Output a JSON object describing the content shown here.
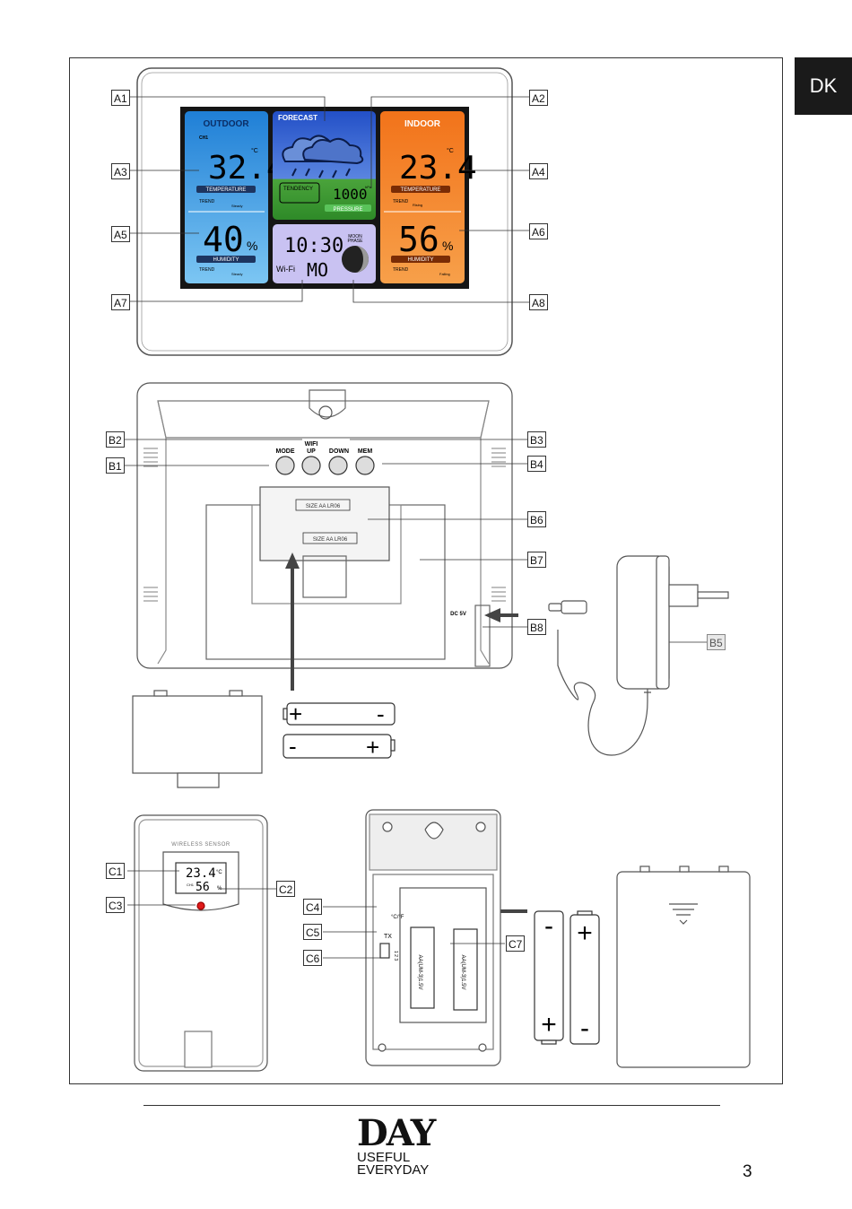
{
  "language_tab": "DK",
  "page_number": "3",
  "brand": {
    "name": "DAY",
    "tagline_1": "USEFUL",
    "tagline_2": "EVERYDAY"
  },
  "display": {
    "outdoor": {
      "title": "OUTDOOR",
      "channel": "CH1",
      "temp": "32.4",
      "temp_unit": "°C",
      "temp_label": "TEMPERATURE",
      "humidity": "40",
      "humidity_unit": "%",
      "humidity_label": "HUMIDITY",
      "trend": "TREND",
      "trend_state_1": "Steady",
      "trend_state_2": "Steady"
    },
    "forecast": {
      "title": "FORECAST",
      "tendency": "TENDENCY",
      "pressure": "1000",
      "pressure_unit": "hPa",
      "pressure_label": "PRESSURE"
    },
    "indoor": {
      "title": "INDOOR",
      "temp": "23.4",
      "temp_unit": "°C",
      "temp_label": "TEMPERATURE",
      "humidity": "56",
      "humidity_unit": "%",
      "humidity_label": "HUMIDITY",
      "trend": "TREND",
      "trend_state_1": "Rising",
      "trend_state_2": "Falling"
    },
    "clock": {
      "time": "10:30",
      "moon_label_1": "MOON",
      "moon_label_2": "PHASE",
      "wifi": "Wi-Fi",
      "day": "MO"
    }
  },
  "back": {
    "buttons": {
      "mode": "MODE",
      "wifi": "WIFI",
      "up": "UP",
      "down": "DOWN",
      "mem": "MEM"
    },
    "battery_1": "SIZE AA LR06",
    "battery_2": "SIZE AA LR06",
    "dc": "DC 5V"
  },
  "sensor": {
    "title": "WIRELESS SENSOR",
    "temp": "23.4",
    "temp_unit": "°C",
    "humidity": "56",
    "humidity_unit": "%",
    "channel": "CH1",
    "battery_1": "AA(UM-3)1.5V",
    "battery_2": "AA(UM-3)1.5V",
    "switch_label": "°C/°F",
    "tx_label": "TX",
    "channel_digits": "1 2 3"
  },
  "callouts": {
    "A1": "A1",
    "A2": "A2",
    "A3": "A3",
    "A4": "A4",
    "A5": "A5",
    "A6": "A6",
    "A7": "A7",
    "A8": "A8",
    "B1": "B1",
    "B2": "B2",
    "B3": "B3",
    "B4": "B4",
    "B5": "B5",
    "B6": "B6",
    "B7": "B7",
    "B8": "B8",
    "C1": "C1",
    "C2": "C2",
    "C3": "C3",
    "C4": "C4",
    "C5": "C5",
    "C6": "C6",
    "C7": "C7"
  },
  "colors": {
    "outdoor": "#3d9ee3",
    "forecast": "#2d58c9",
    "indoor": "#f07a1e",
    "clock": "#c5bdf0",
    "screen_bg": "#151515"
  }
}
